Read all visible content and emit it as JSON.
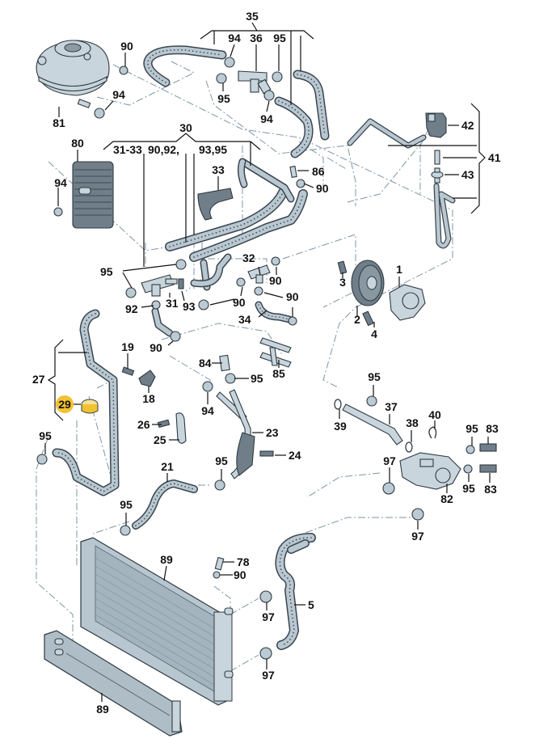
{
  "diagram": {
    "title": "Engine cooling system – exploded parts view",
    "highlight_color": "#F1C232",
    "highlighted_part": "29",
    "group_labels": {
      "g35": "35",
      "g30": "30",
      "g30_sub_a": "31-33",
      "g30_sub_b": "90,92,",
      "g30_sub_c": "93,95",
      "g27": "27",
      "g41": "41"
    },
    "callouts": {
      "c81": "81",
      "c90_tank": "90",
      "c94_tank": "94",
      "c94_top": "94",
      "c36": "36",
      "c95_top": "95",
      "c95_top2": "95",
      "c94_top2": "94",
      "c80": "80",
      "c94_cooler": "94",
      "c33": "33",
      "c86": "86",
      "c90_86": "90",
      "c42": "42",
      "c43": "43",
      "c95_left": "95",
      "c31": "31",
      "c92": "92",
      "c93": "93",
      "c90_mid": "90",
      "c32": "32",
      "c90_32": "90",
      "c90_r": "90",
      "c34": "34",
      "c1": "1",
      "c2": "2",
      "c3": "3",
      "c4": "4",
      "c19": "19",
      "c18": "18",
      "c90_low": "90",
      "c84": "84",
      "c95_84": "95",
      "c85": "85",
      "c29": "29",
      "c26": "26",
      "c25": "25",
      "c94_23": "94",
      "c23": "23",
      "c24": "24",
      "c95_27": "95",
      "c21": "21",
      "c95_23": "95",
      "c95_21": "95",
      "c95_37": "95",
      "c37": "37",
      "c38": "38",
      "c39": "39",
      "c40": "40",
      "c95_83a": "95",
      "c83a": "83",
      "c95_83b": "95",
      "c83b": "83",
      "c97_a": "97",
      "c82": "82",
      "c97_b": "97",
      "c89_top": "89",
      "c78": "78",
      "c90_78": "90",
      "c97_c": "97",
      "c5": "5",
      "c97_d": "97",
      "c89_bottom": "89"
    }
  }
}
